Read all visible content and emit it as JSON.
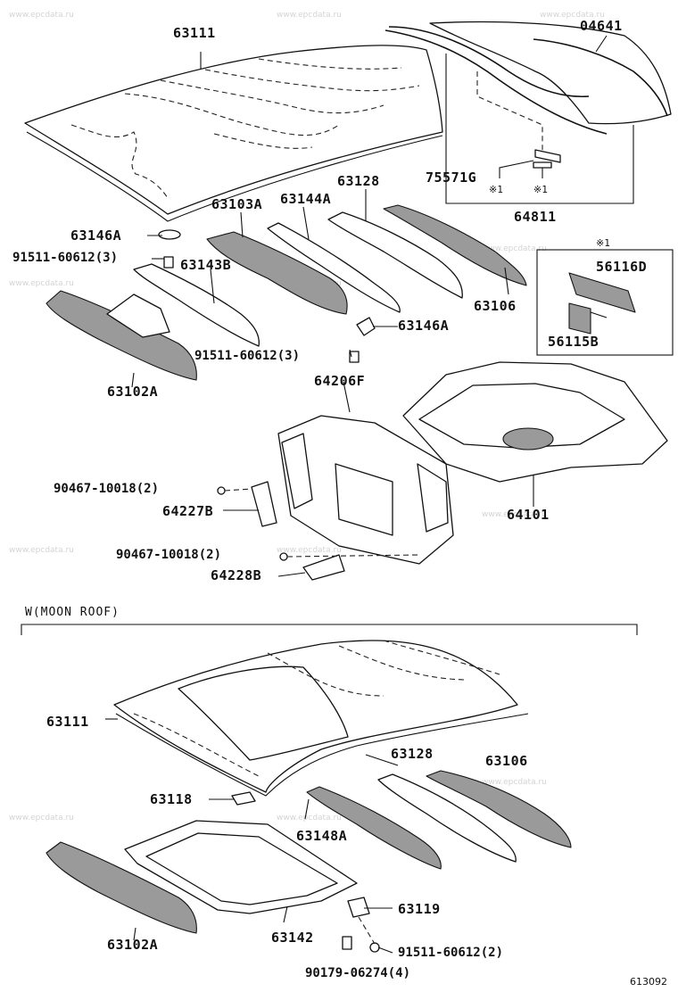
{
  "watermark": "www.epcdata.ru",
  "diagram_code": "613092",
  "section_moon_roof": "W(MOON ROOF)",
  "note_marker": "※1",
  "parts": {
    "p63111": "63111",
    "p04641": "04641",
    "p75571g": "75571G",
    "p64811": "64811",
    "p63128": "63128",
    "p63144a": "63144A",
    "p63103a": "63103A",
    "p63146a": "63146A",
    "p91511_3": "91511-60612(3)",
    "p63143b": "63143B",
    "p63106": "63106",
    "p56116d": "56116D",
    "p56115b": "56115B",
    "p63102a": "63102A",
    "p64206f": "64206F",
    "p90467_2": "90467-10018(2)",
    "p64227b": "64227B",
    "p64101": "64101",
    "p64228b": "64228B",
    "p63118": "63118",
    "p63148a": "63148A",
    "p63142": "63142",
    "p63119": "63119",
    "p91511_2": "91511-60612(2)",
    "p90179_4": "90179-06274(4)"
  }
}
